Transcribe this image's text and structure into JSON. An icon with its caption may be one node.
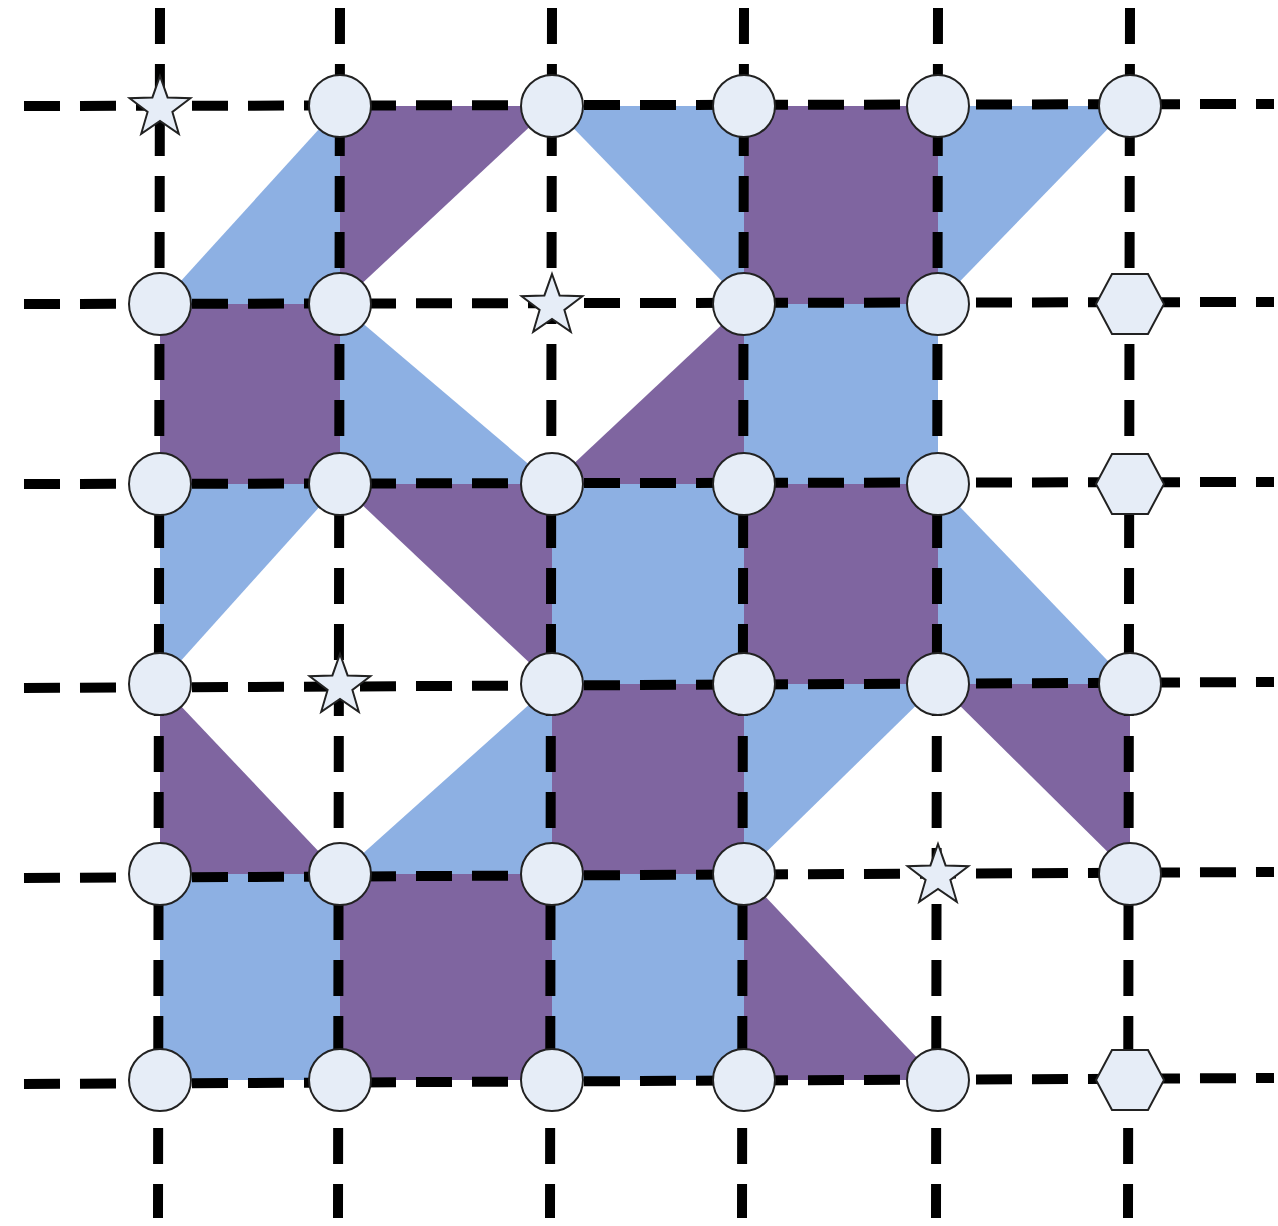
{
  "diagram": {
    "nodes": [
      {
        "text": [],
        "shape": "star"
      },
      {
        "text": [],
        "shape": "circle"
      },
      {
        "text": [],
        "shape": "circle"
      },
      {
        "text": [],
        "shape": "circle"
      },
      {
        "text": [],
        "shape": "circle"
      },
      {
        "text": [],
        "shape": "circle"
      },
      {
        "text": [],
        "shape": "circle"
      },
      {
        "text": [],
        "shape": "circle"
      },
      {
        "text": [],
        "shape": "star"
      },
      {
        "text": [],
        "shape": "circle"
      },
      {
        "text": [],
        "shape": "circle"
      },
      {
        "text": [],
        "shape": "hexagon"
      },
      {
        "text": [],
        "shape": "circle"
      },
      {
        "text": [],
        "shape": "circle"
      },
      {
        "text": [],
        "shape": "circle"
      },
      {
        "text": [],
        "shape": "circle"
      },
      {
        "text": [],
        "shape": "circle"
      },
      {
        "text": [],
        "shape": "hexagon"
      },
      {
        "text": [],
        "shape": "circle"
      },
      {
        "text": [],
        "shape": "star"
      },
      {
        "text": [],
        "shape": "circle"
      },
      {
        "text": [],
        "shape": "circle"
      },
      {
        "text": [],
        "shape": "circle"
      },
      {
        "text": [],
        "shape": "circle"
      },
      {
        "text": [],
        "shape": "circle"
      },
      {
        "text": [],
        "shape": "circle"
      },
      {
        "text": [],
        "shape": "circle"
      },
      {
        "text": [],
        "shape": "circle"
      },
      {
        "text": [],
        "shape": "star"
      },
      {
        "text": [],
        "shape": "circle"
      },
      {
        "text": [],
        "shape": "circle"
      },
      {
        "text": [],
        "shape": "circle"
      },
      {
        "text": [],
        "shape": "circle"
      },
      {
        "text": [],
        "shape": "circle"
      },
      {
        "text": [],
        "shape": "circle"
      },
      {
        "text": [],
        "shape": "hexagon"
      }
    ]
  }
}
